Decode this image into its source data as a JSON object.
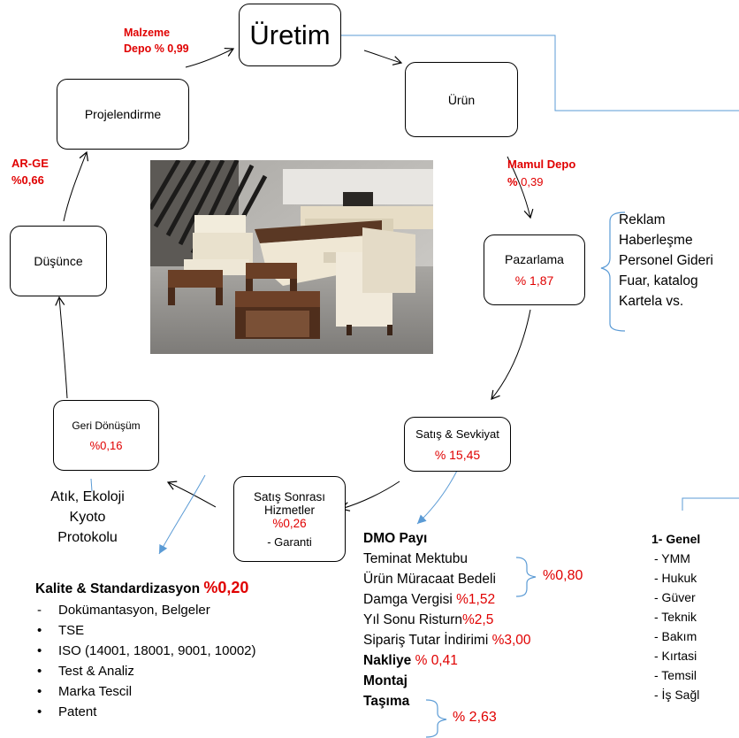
{
  "nodes": {
    "uretim": {
      "label": "Üretim"
    },
    "urun": {
      "label": "Ürün"
    },
    "projelendirme": {
      "label": "Projelendirme"
    },
    "dusunce": {
      "label": "Düşünce"
    },
    "pazarlama": {
      "label": "Pazarlama",
      "pct": "% 1,87"
    },
    "satis": {
      "label": "Satış & Sevkiyat",
      "pct": "% 15,45"
    },
    "satis_sonrasi": {
      "line1": "Satış Sonrası",
      "line2": "Hizmetler",
      "pct": "%0,26",
      "note": "- Garanti"
    },
    "geri_donusum": {
      "label": "Geri Dönüşüm",
      "pct": "%0,16"
    }
  },
  "annotations": {
    "malzeme_line1": "Malzeme",
    "malzeme_line2": "Depo % 0,99",
    "arge_line1": "AR-GE",
    "arge_line2": "%0,66",
    "mamul_line1": "Mamul Depo",
    "mamul_pct_sign": "%",
    "mamul_pct_value": " 0,39"
  },
  "pazarlama_items": [
    "Reklam",
    "Haberleşme",
    "Personel Gideri",
    "Fuar, katalog",
    "Kartela vs."
  ],
  "atik": [
    "Atık, Ekoloji",
    "Kyoto",
    "Protokolu"
  ],
  "kalite": {
    "title": "Kalite & Standardizasyon ",
    "pct": "%0,20",
    "items": [
      {
        "marker": "-",
        "text": "Dokümantasyon, Belgeler"
      },
      {
        "marker": "•",
        "text": "TSE"
      },
      {
        "marker": "•",
        "text": "ISO (14001, 18001, 9001, 10002)"
      },
      {
        "marker": "•",
        "text": "Test & Analiz"
      },
      {
        "marker": "•",
        "text": "Marka Tescil"
      },
      {
        "marker": "•",
        "text": "Patent"
      }
    ]
  },
  "dmo": {
    "title": "DMO Payı",
    "teminat": "Teminat Mektubu",
    "urun_muracaat": "Ürün Müracaat Bedeli",
    "group1_pct": "%0,80",
    "damga_label": "Damga Vergisi ",
    "damga_pct": "%1,52",
    "yil_label": "Yıl Sonu Risturn",
    "yil_pct": "%2,5",
    "siparis_label": "Sipariş Tutar İndirimi ",
    "siparis_pct": "%3,00",
    "nakliye_label": "Nakliye",
    "nakliye_pct": " % 0,41",
    "montaj": "Montaj",
    "tasima": "Taşıma",
    "group2_pct": "% 2,63"
  },
  "genel": {
    "title": "1- Genel",
    "items": [
      "- YMM",
      "- Hukuk",
      "- Güver",
      "- Teknik",
      "- Bakım",
      "- Kırtasi",
      "- Temsil",
      "- İş Sağl"
    ]
  },
  "colors": {
    "accent_red": "#e00000",
    "connector_blue": "#5b9bd5"
  }
}
